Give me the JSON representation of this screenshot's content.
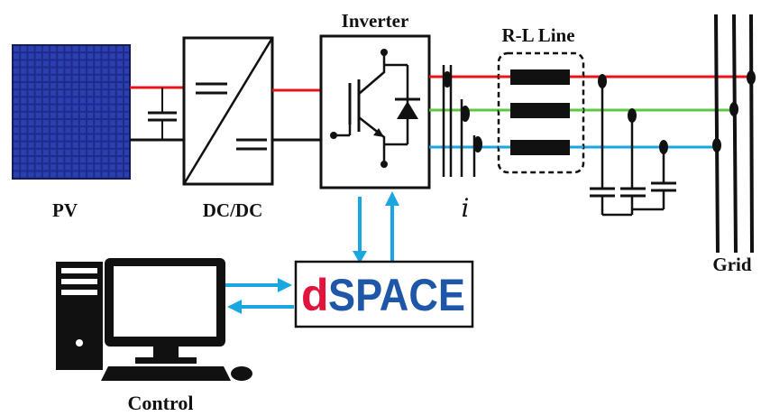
{
  "labels": {
    "pv": "PV",
    "dcdc": "DC/DC",
    "inverter": "Inverter",
    "current": "i",
    "rl_line": "R-L Line",
    "grid": "Grid",
    "control": "Control"
  },
  "logo": {
    "d": "d",
    "space": "SPACE"
  },
  "colors": {
    "phase_a": "#e8141c",
    "phase_b": "#5cc842",
    "phase_c": "#1aa6e0",
    "arrows": "#1aa6e0",
    "pv_panel": "#1f2a8a",
    "logo_d": "#e0143c",
    "logo_space": "#1e57a8"
  }
}
